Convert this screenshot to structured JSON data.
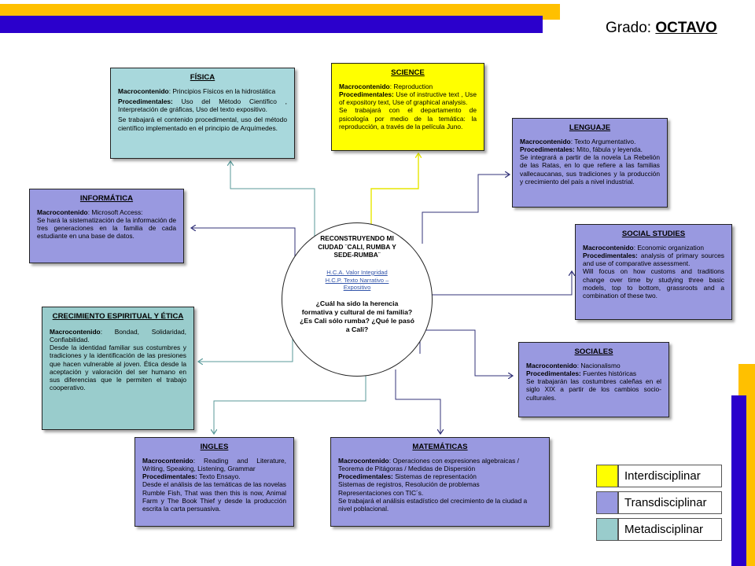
{
  "header": {
    "grade_label": "Grado:",
    "grade_value": "OCTAVO"
  },
  "colors": {
    "yellow": "#ffff00",
    "purple": "#9999e0",
    "teal": "#99cccc",
    "bar_gold": "#ffc000",
    "bar_navy": "#2b00cc"
  },
  "center": {
    "title_line1": "RECONSTRUYENDO MI",
    "title_line2": "CIUDAD ¨CALI,  RUMBA Y",
    "title_line3": "SEDE-RUMBA¨",
    "link1": "H.C.A.  Valor Integridad",
    "link2": "H.C.P.  Texto Narrativo –",
    "link3": "Expositivo",
    "question": "¿Cuál ha sido la herencia formativa y cultural de mi familia? ¿Es Cali sólo rumba? ¿Qué le pasó a Cali?"
  },
  "boxes": {
    "fisica": {
      "title": "FÍSICA",
      "p1_label": "Macrocontenido",
      "p1_text": ": Principios  Físicos  en la hidrostática",
      "p2_label": "Procedimentales:",
      "p2_text": " Uso del Método Científico , Interpretación de gráficas, Uso del texto expositivo.",
      "p3_text": "Se trabajará el contenido procedimental, uso del método científico implementado en el principio de Arquímedes."
    },
    "science": {
      "title": "SCIENCE",
      "p1_label": "Macrocontenido",
      "p1_text": ": Reproduction",
      "p2_label": "Procedimentales:",
      "p2_text": " Use of instructive text , Use of expository text,  Use of graphical analysis.",
      "p3_text": "Se trabajará con el departamento de psicología por medio de la temática: la reproducción, a través de la película Juno."
    },
    "lenguaje": {
      "title": "LENGUAJE",
      "p1_label": "Macrocontenido",
      "p1_text": ": Texto Argumentativo.",
      "p2_label": "Procedimentales:",
      "p2_text": " Mito, fábula y leyenda.",
      "p3_text": "Se integrará a partir de la novela La Rebelión de las Ratas, en lo que refiere a las familias vallecaucanas, sus tradiciones y la producción y crecimiento del país a nivel industrial."
    },
    "informatica": {
      "title": "INFORMÁTICA",
      "p1_label": "Macrocontenido",
      "p1_text": ": Microsoft  Access:",
      "p2_text": "Se hará la sistematización de la información de tres generaciones en la familia de cada estudiante en una base de datos."
    },
    "social_studies": {
      "title": "SOCIAL STUDIES",
      "p1_label": "Macrocontenido",
      "p1_text": ": Economic organization",
      "p2_label": "Procedimentales:",
      "p2_text": " analysis of primary sources and use of comparative assessment.",
      "p3_text": "Will focus on how customs and traditions change over time by studying three basic models, top to bottom, grassroots and a combination of these two."
    },
    "crecimiento": {
      "title": "CRECIMIENTO ESPIRITUAL Y ÉTICA",
      "p1_label": "Macrocontenido",
      "p1_text": ": Bondad, Solidaridad, Confiabilidad.",
      "p2_text": "Desde la identidad familiar sus costumbres y tradiciones y la identificación de las presiones que hacen vulnerable al joven. Ética desde la aceptación y valoración del ser humano en sus diferencias que le permiten el trabajo cooperativo."
    },
    "sociales": {
      "title": "SOCIALES",
      "p1_label": "Macrocontenido",
      "p1_text": ":  Nacionalismo",
      "p2_label": "Procedimentales:",
      "p2_text": "  Fuentes  históricas",
      "p3_text": "Se trabajarán las costumbres caleñas en el siglo XIX a partir de los cambios socio-culturales."
    },
    "ingles": {
      "title": "INGLES",
      "p1_label": "Macrocontenido",
      "p1_text": ": Reading and Literature, Writing, Speaking, Listening, Grammar",
      "p2_label": "Procedimentales:",
      "p2_text": " Texto Ensayo.",
      "p3_text": "Desde el análisis de las temáticas de las novelas Rumble Fish, That was then this is now, Animal Farm y The Book Thief y desde la producción escrita la carta persuasiva."
    },
    "matematicas": {
      "title": "MATEMÁTICAS",
      "p1_label": "Macrocontenido",
      "p1_text": ": Operaciones con expresiones algebraicas / Teorema de Pitágoras / Medidas de Dispersión",
      "p2_label": "Procedimentales:",
      "p2_text": " Sistemas de  representación",
      "p3_text": "Sistemas de registros, Resolución de problemas",
      "p4_text": "Representaciones con TIC´s.",
      "p5_text": "Se trabajará el análisis estadístico del crecimiento de la ciudad a nivel poblacional."
    }
  },
  "legend": {
    "inter": "Interdisciplinar",
    "trans": "Transdisciplinar",
    "meta": "Metadisciplinar"
  }
}
